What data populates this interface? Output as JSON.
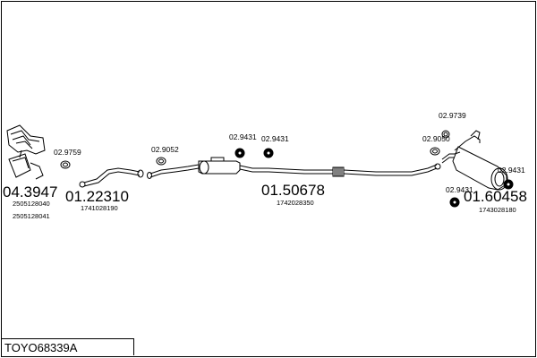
{
  "title": "TOYO68339A",
  "parts": [
    {
      "id": "p1",
      "code": "04.3947",
      "refs": [
        "2505128040",
        "2505128041"
      ]
    },
    {
      "id": "p2",
      "code": "01.22310",
      "refs": [
        "1741028190"
      ]
    },
    {
      "id": "p3",
      "code": "01.50678",
      "refs": [
        "1742028350"
      ]
    },
    {
      "id": "p4",
      "code": "01.60458",
      "refs": [
        "1743028180"
      ]
    }
  ],
  "fittings": [
    "02.9759",
    "02.9052",
    "02.9431",
    "02.9431",
    "02.9739",
    "02.9050",
    "02.9431",
    "02.9431"
  ]
}
